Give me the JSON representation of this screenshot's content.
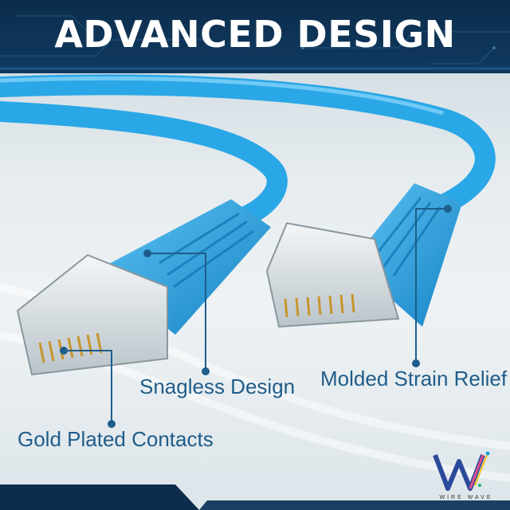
{
  "header": {
    "title": "ADVANCED DESIGN"
  },
  "callouts": {
    "snagless": "Snagless Design",
    "molded": "Molded Strain Relief",
    "gold": "Gold Plated Contacts"
  },
  "logo": {
    "text": "WIRE WAVE",
    "icon": "wire-wave-logo-icon"
  },
  "colors": {
    "header_bg": "#0c2d4c",
    "cable_blue": "#2aa7e6",
    "callout_text": "#1f5d8a"
  }
}
